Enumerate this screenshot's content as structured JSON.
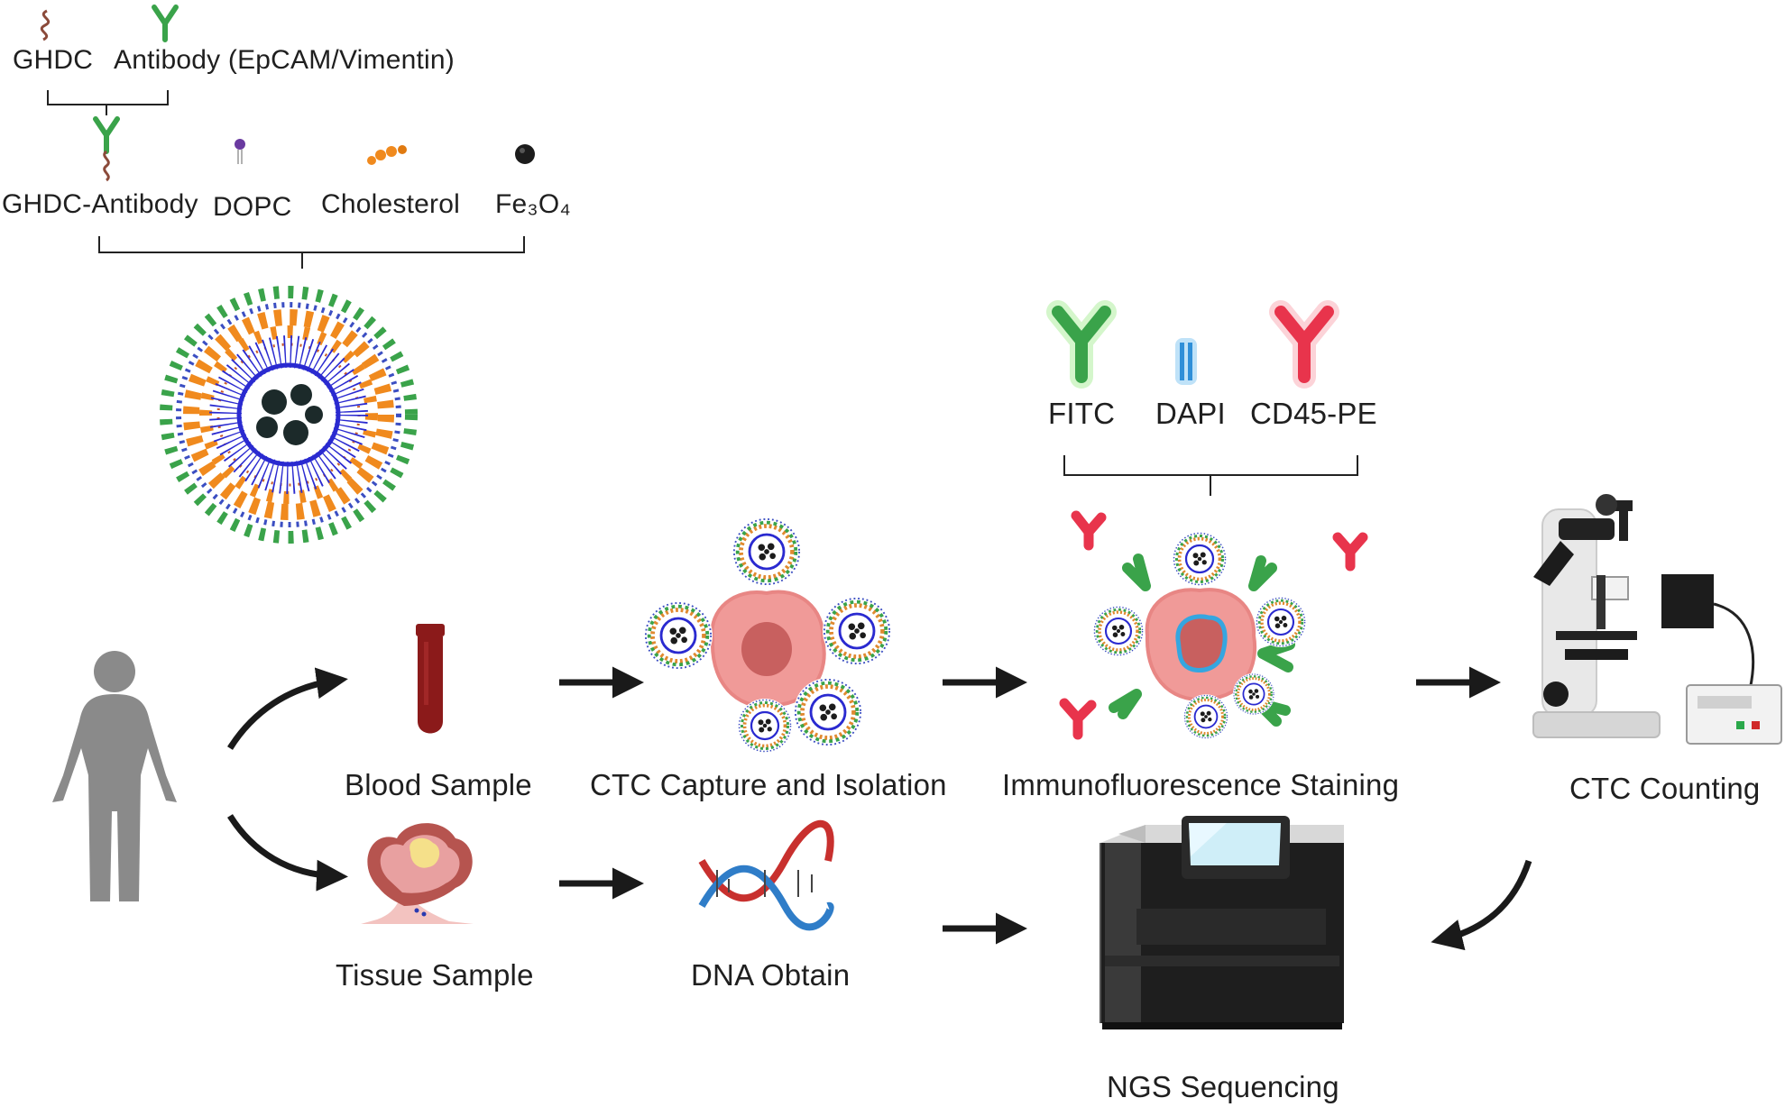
{
  "labels": {
    "ghdc": "GHDC",
    "antibody": "Antibody (EpCAM/Vimentin)",
    "ghdc_antibody": "GHDC-Antibody",
    "dopc": "DOPC",
    "cholesterol": "Cholesterol",
    "fe3o4": "Fe₃O₄",
    "fitc": "FITC",
    "dapi": "DAPI",
    "cd45_pe": "CD45-PE",
    "blood_sample": "Blood Sample",
    "ctc_capture": "CTC Capture and Isolation",
    "immunofluorescence": "Immunofluorescence Staining",
    "ctc_counting": "CTC Counting",
    "tissue_sample": "Tissue Sample",
    "dna_obtain": "DNA Obtain",
    "ngs_sequencing": "NGS Sequencing"
  },
  "colors": {
    "antibody_green": "#3aa34a",
    "ghdc_brown": "#8b4a3a",
    "dopc_purple": "#6a3aa0",
    "cholesterol_orange": "#f08a1e",
    "fe3o4_black": "#1c1c1c",
    "dapi_blue": "#2f8fd8",
    "cd45_red": "#e8344c",
    "cell_pink": "#f09a98",
    "nucleus": "#c8605f",
    "blood_red": "#8b1a1a",
    "human_gray": "#8a8a8a",
    "arrow_black": "#1a1a1a"
  },
  "icons": [
    "ghdc-strand-icon",
    "antibody-icon",
    "dopc-lipid-icon",
    "cholesterol-icon",
    "fe3o4-particle-icon",
    "nanoparticle-icon",
    "human-figure-icon",
    "blood-tube-icon",
    "tumor-tissue-icon",
    "dna-helix-icon",
    "ctc-cell-icon",
    "microscope-icon",
    "sequencer-icon"
  ]
}
